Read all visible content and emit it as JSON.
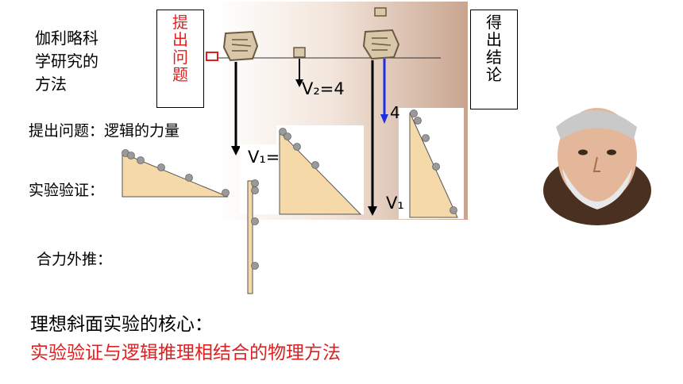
{
  "method_title": "伽利略科学研究的方法",
  "method_title_lines": [
    "伽利略科",
    "学研究的",
    "方法"
  ],
  "box_ask": {
    "text": "提出问题",
    "chars": [
      "提",
      "出",
      "问",
      "题"
    ],
    "color": "#e02020"
  },
  "box_conclusion": {
    "text": "得出结论",
    "chars": [
      "得",
      "出",
      "结",
      "论"
    ]
  },
  "steps": {
    "ask": "提出问题：逻辑的力量",
    "experiment": "实验验证：",
    "extrapolate": "合力外推："
  },
  "falling_labels": {
    "v2": "V₂=4",
    "v1a": "V₁=",
    "v1b": "V₁",
    "four": "4"
  },
  "core": {
    "line1": "理想斜面实验的核心：",
    "line2": "实验验证与逻辑推理相结合的物理方法",
    "line2_color": "#e02020"
  },
  "colors": {
    "ramp": "#f6d9a8",
    "ball": "#9a9a9a",
    "arrow_blue": "#1f2fe0",
    "accent_red": "#e02020"
  }
}
